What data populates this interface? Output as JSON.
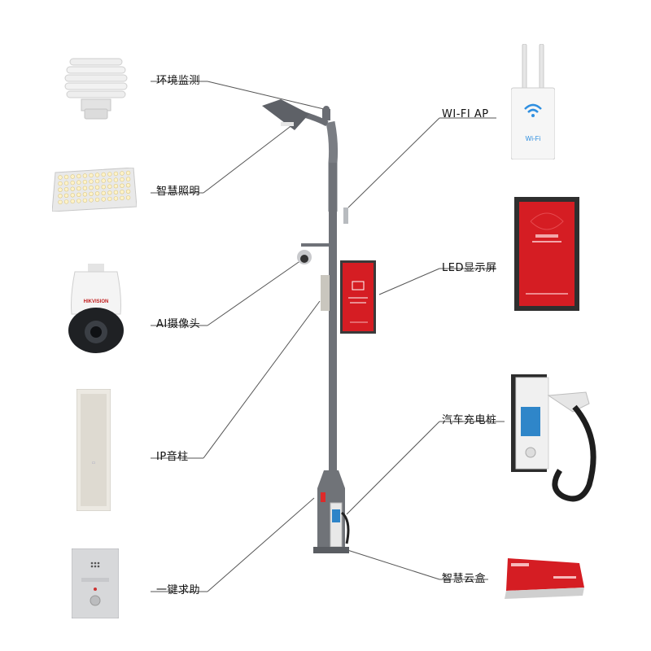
{
  "labels": {
    "env": "环境监测",
    "light": "智慧照明",
    "camera": "AI摄像头",
    "speaker": "IP音柱",
    "sos": "一键求助",
    "wifi": "WI-FI AP",
    "led": "LED显示屏",
    "charger": "汽车充电桩",
    "cloudbox": "智慧云盒"
  },
  "colors": {
    "pole": "#6f7278",
    "screen_red": "#d51d23",
    "line": "#555555"
  },
  "icons": {
    "wifi_text": "Wi-Fi"
  }
}
